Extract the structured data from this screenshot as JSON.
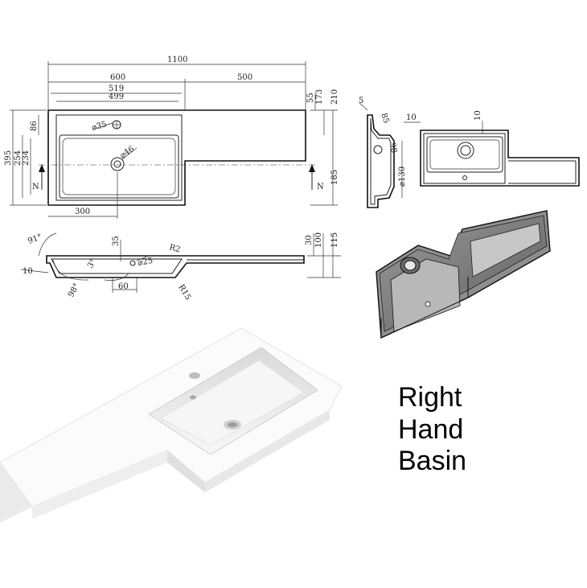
{
  "caption": {
    "line1": "Right",
    "line2": "Hand",
    "line3": "Basin"
  },
  "plan_view": {
    "dim_overall": "1100",
    "dim_basin": "600",
    "dim_shelf": "500",
    "dim_519": "519",
    "dim_499": "499",
    "dim_55": "55",
    "dim_173": "173",
    "dim_210": "210",
    "dim_86": "86",
    "dim_395": "395",
    "dim_254a": "254",
    "dim_234": "234",
    "dim_185": "185",
    "dim_300": "300",
    "dia_35": "⌀35",
    "dia_46": "⌀46",
    "section_left": "N",
    "section_right": "N"
  },
  "side_view": {
    "dim_5": "5",
    "dim_85": "85",
    "dim_98": "98",
    "dia_130": "⌀130"
  },
  "section_view": {
    "angle_91": "91°",
    "dim_35": "35",
    "r2": "R2",
    "dim_30": "30",
    "dim_100": "100",
    "dim_115": "115",
    "dim_10": "10",
    "angle_3": "3°",
    "dia_25": "⌀25",
    "angle_98": "98°",
    "dim_60": "60",
    "r15": "R15"
  },
  "top_view": {
    "dim_10a": "10",
    "dim_10b": "10"
  }
}
